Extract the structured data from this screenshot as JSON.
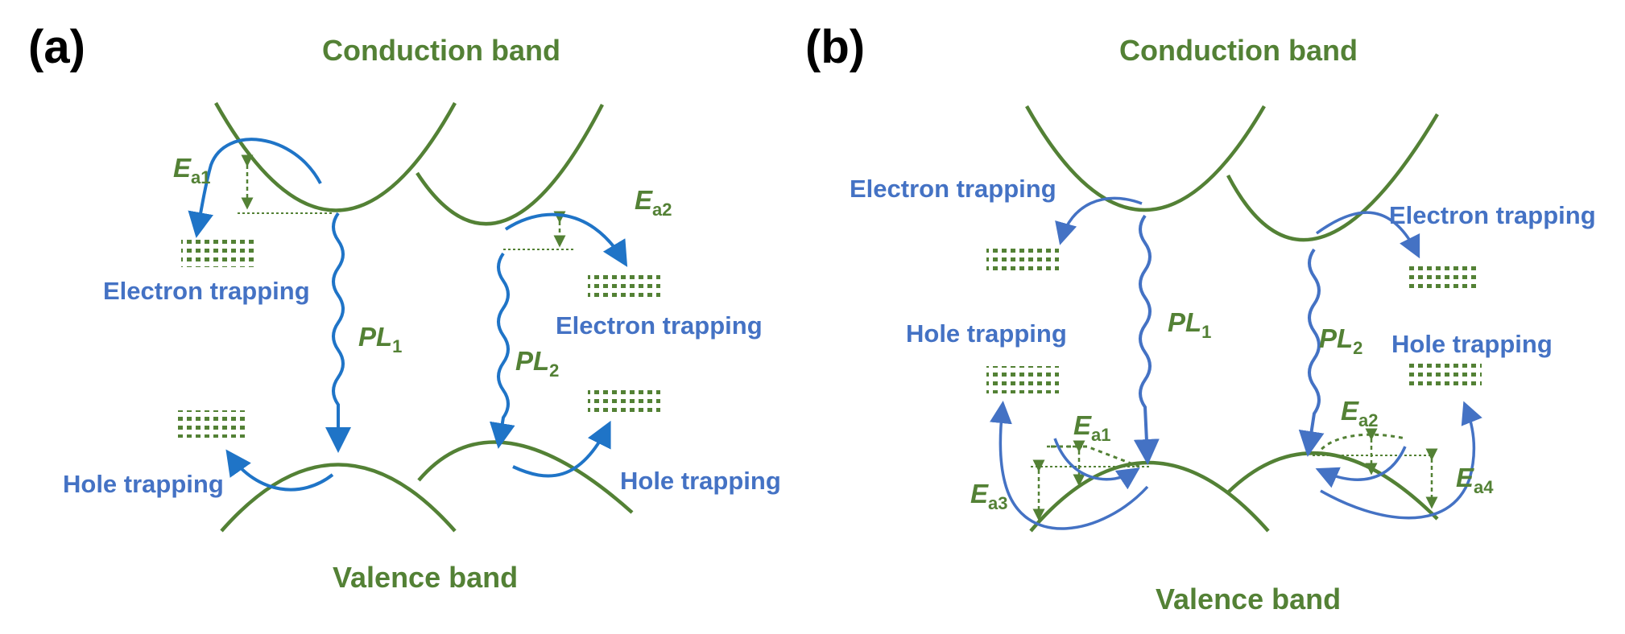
{
  "colors": {
    "band": "#538135",
    "arrow": "#1f74c7",
    "trap_label": "#4472c4",
    "panel_label": "#000000"
  },
  "panel_a": {
    "label": "(a)",
    "conduction_band": "Conduction band",
    "valence_band": "Valence band",
    "electron_trapping_left": "Electron trapping",
    "electron_trapping_right": "Electron trapping",
    "hole_trapping_left": "Hole trapping",
    "hole_trapping_right": "Hole trapping",
    "pl1": {
      "main": "PL",
      "sub": "1"
    },
    "pl2": {
      "main": "PL",
      "sub": "2"
    },
    "ea1": {
      "main": "E",
      "sub": "a1"
    },
    "ea2": {
      "main": "E",
      "sub": "a2"
    }
  },
  "panel_b": {
    "label": "(b)",
    "conduction_band": "Conduction band",
    "valence_band": "Valence band",
    "electron_trapping_left": "Electron trapping",
    "electron_trapping_right": "Electron trapping",
    "hole_trapping_left": "Hole trapping",
    "hole_trapping_right": "Hole trapping",
    "pl1": {
      "main": "PL",
      "sub": "1"
    },
    "pl2": {
      "main": "PL",
      "sub": "2"
    },
    "ea1": {
      "main": "E",
      "sub": "a1"
    },
    "ea2": {
      "main": "E",
      "sub": "a2"
    },
    "ea3": {
      "main": "E",
      "sub": "a3"
    },
    "ea4": {
      "main": "E",
      "sub": "a4"
    }
  }
}
